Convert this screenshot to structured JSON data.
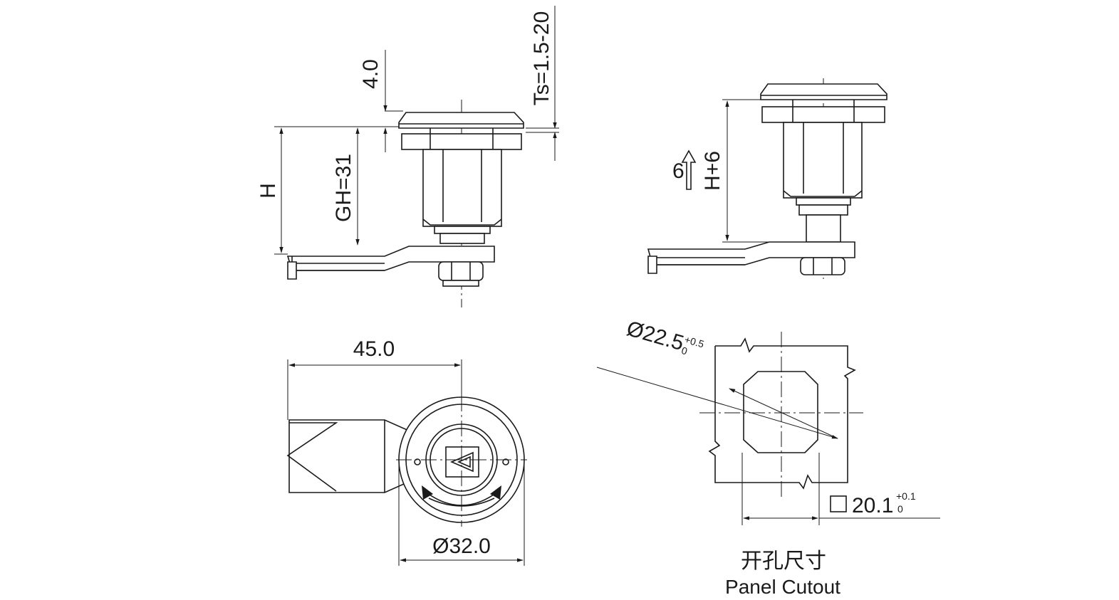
{
  "dimensions": {
    "ts": "Ts=1.5-20",
    "top_offset": "4.0",
    "h": "H",
    "gh": "GH=31",
    "h_plus": "H+6",
    "lift": "6",
    "width": "45.0",
    "diameter_body": "Ø32.0",
    "diameter_cutout": "Ø22.5",
    "diameter_tol_upper": "+0.5",
    "diameter_tol_lower": "0",
    "square": "20.1",
    "square_tol_upper": "+0.1",
    "square_tol_lower": "0"
  },
  "caption": {
    "cn": "开孔尺寸",
    "en": "Panel Cutout"
  }
}
